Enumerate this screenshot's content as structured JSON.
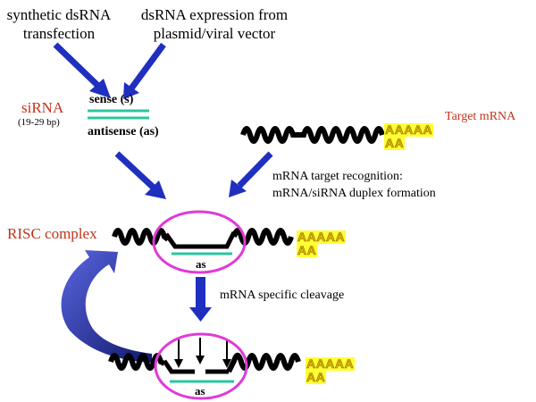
{
  "labels": {
    "synthetic_line1": "synthetic dsRNA",
    "synthetic_line2": "transfection",
    "expression_line1": "dsRNA expression from",
    "expression_line2": "plasmid/viral vector",
    "sirna": "siRNA",
    "sirna_size": "(19-29 bp)",
    "sense": "sense (s)",
    "antisense": "antisense (as)",
    "target_mrna": "Target mRNA",
    "recognition_line1": "mRNA target recognition:",
    "recognition_line2": "mRNA/siRNA duplex formation",
    "risc": "RISC complex",
    "as_top": "as",
    "cleavage": "mRNA specific cleavage",
    "as_bottom": "as"
  },
  "poly_a": {
    "line1": "AAAAA",
    "line2": "AA"
  },
  "colors": {
    "arrow_blue": "#1f2fbf",
    "risc_ellipse": "#e03ad8",
    "duplex_green": "#2ec4a0",
    "label_red": "#c1331a",
    "poly_a_yellow": "#ffff33"
  }
}
